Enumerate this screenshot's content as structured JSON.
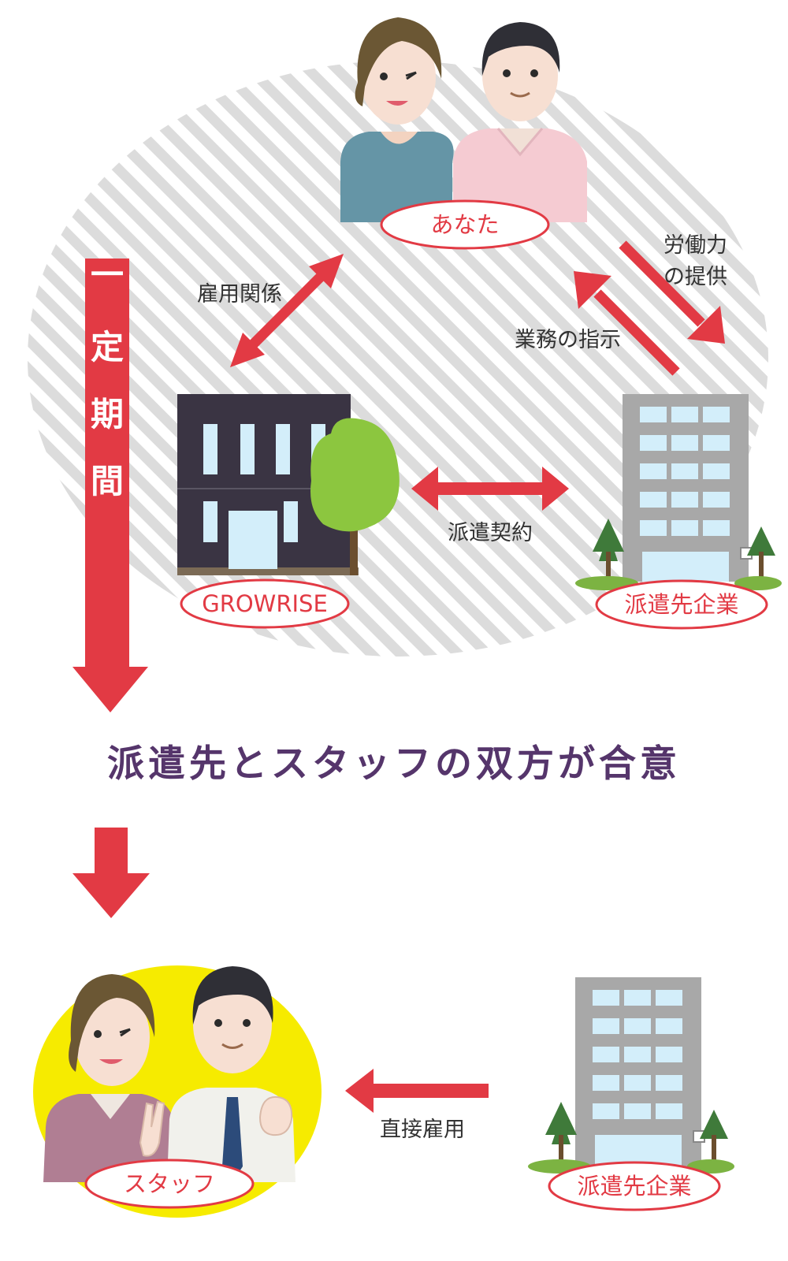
{
  "nodes": {
    "you": "あなた",
    "agency": "GROWRISE",
    "client_top": "派遣先企業",
    "staff": "スタッフ",
    "client_bottom": "派遣先企業"
  },
  "edges": {
    "employment": "雇用関係",
    "labor_line1": "労働力",
    "labor_line2": "の提供",
    "instructions": "業務の指示",
    "dispatch_contract": "派遣契約",
    "direct_hire": "直接雇用"
  },
  "period": {
    "c1": "一",
    "c2": "定",
    "c3": "期",
    "c4": "間"
  },
  "headline": "派遣先とスタッフの双方が合意",
  "colors": {
    "arrow_red": "#e23a44",
    "oval_red": "#e23a44",
    "headline_purple": "#55356b",
    "hatch_gray": "#d9d9d9",
    "highlight_yellow": "#f6eb00"
  }
}
